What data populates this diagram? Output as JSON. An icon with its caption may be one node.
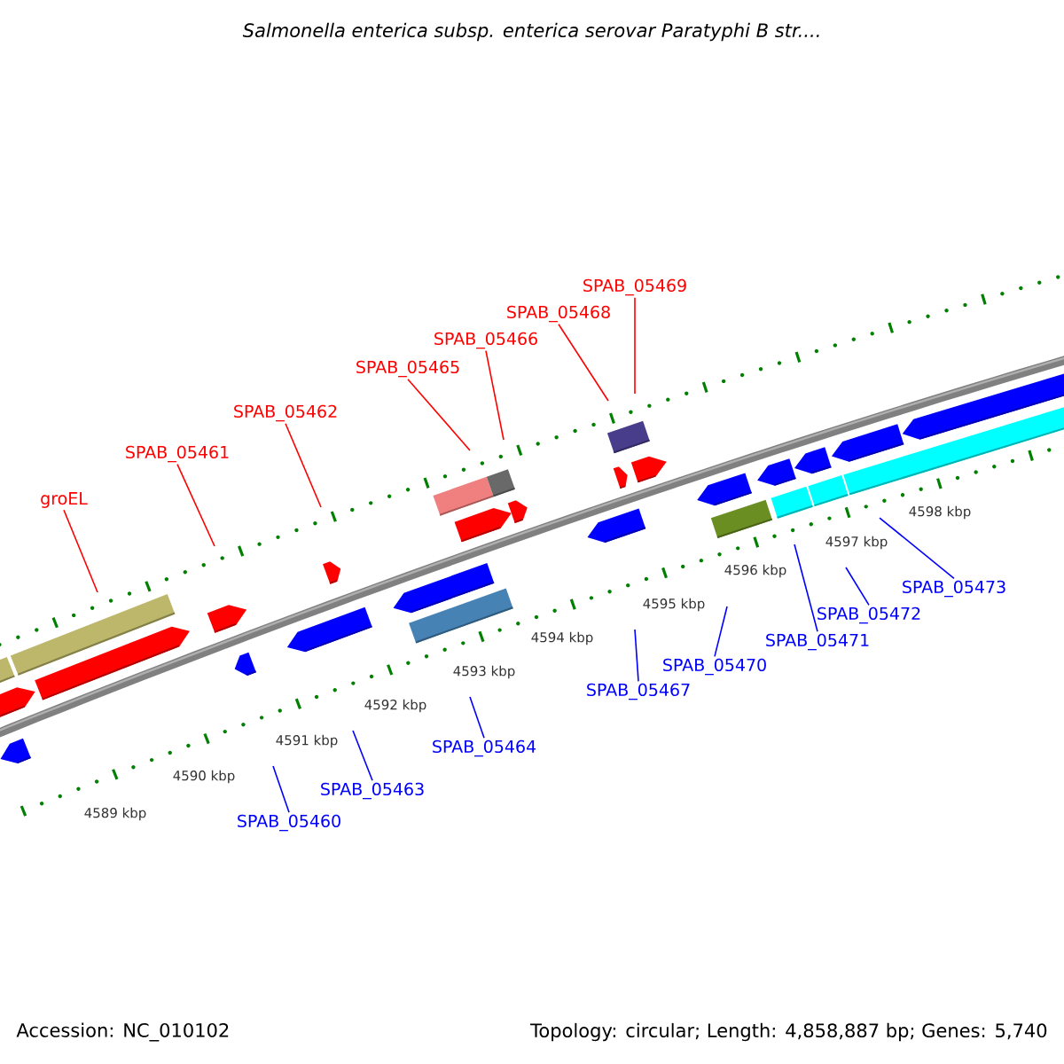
{
  "diagram": {
    "title": "Salmonella enterica subsp. enterica serovar Paratyphi B str....",
    "nodes": [
      {
        "text": [
          "groEL"
        ]
      },
      {
        "text": [
          "SPAB_05461"
        ]
      },
      {
        "text": [
          "SPAB_05462"
        ]
      },
      {
        "text": [
          "SPAB_05465"
        ]
      },
      {
        "text": [
          "SPAB_05466"
        ]
      },
      {
        "text": [
          "SPAB_05468"
        ]
      },
      {
        "text": [
          "SPAB_05469"
        ]
      },
      {
        "text": [
          "SPAB_05460"
        ]
      },
      {
        "text": [
          "SPAB_05463"
        ]
      },
      {
        "text": [
          "SPAB_05464"
        ]
      },
      {
        "text": [
          "SPAB_05467"
        ]
      },
      {
        "text": [
          "SPAB_05470"
        ]
      },
      {
        "text": [
          "SPAB_05471"
        ]
      },
      {
        "text": [
          "SPAB_05472"
        ]
      },
      {
        "text": [
          "SPAB_05473"
        ]
      }
    ],
    "edges": [
      {
        "from": 0,
        "to": null,
        "arrow": "none",
        "color": "#ff0000"
      },
      {
        "from": 1,
        "to": null,
        "arrow": "none",
        "color": "#ff0000"
      },
      {
        "from": 2,
        "to": null,
        "arrow": "none",
        "color": "#ff0000"
      },
      {
        "from": 3,
        "to": null,
        "arrow": "none",
        "color": "#ff0000"
      },
      {
        "from": 4,
        "to": null,
        "arrow": "none",
        "color": "#ff0000"
      },
      {
        "from": 5,
        "to": null,
        "arrow": "none",
        "color": "#ff0000"
      },
      {
        "from": 6,
        "to": null,
        "arrow": "none",
        "color": "#ff0000"
      },
      {
        "from": 7,
        "to": null,
        "arrow": "none"
      },
      {
        "from": 8,
        "to": null,
        "arrow": "none"
      },
      {
        "from": 9,
        "to": null,
        "arrow": "none"
      },
      {
        "from": 10,
        "to": null,
        "arrow": "none"
      },
      {
        "from": 11,
        "to": null,
        "arrow": "none"
      },
      {
        "from": 12,
        "to": null,
        "arrow": "none"
      },
      {
        "from": 13,
        "to": null,
        "arrow": "none"
      },
      {
        "from": 14,
        "to": null,
        "arrow": "none"
      }
    ],
    "labels": [
      "4589 kbp",
      "4590 kbp",
      "4591 kbp",
      "4592 kbp",
      "4593 kbp",
      "4594 kbp",
      "4595 kbp",
      "4596 kbp",
      "4597 kbp",
      "4598 kbp",
      "Accession: NC_010102",
      "Topology: circular; Length: 4,858,887 bp; Genes: 5,740"
    ]
  }
}
